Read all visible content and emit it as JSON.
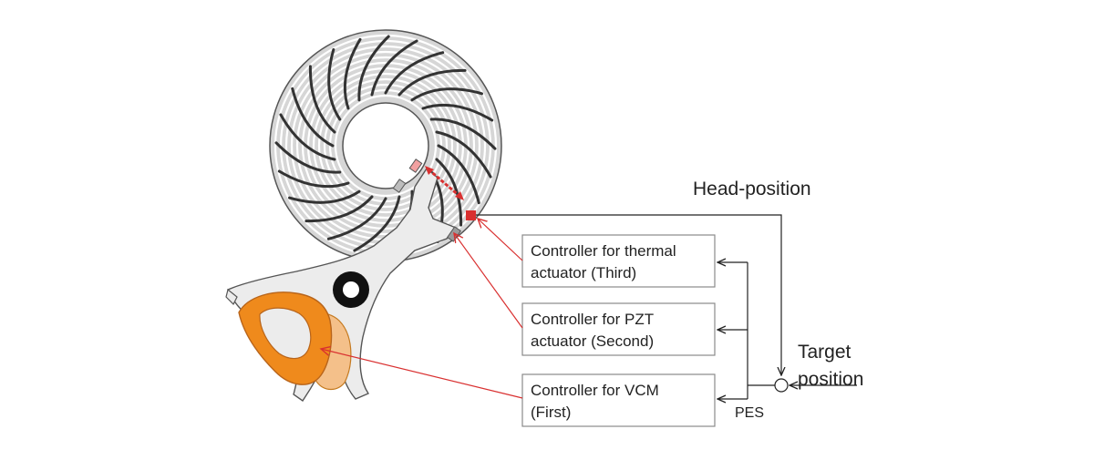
{
  "colors": {
    "platter_fill": "#d6d6d6",
    "platter_edge": "#555555",
    "groove": "#ffffff",
    "arm_fill": "#ececec",
    "arm_edge": "#555555",
    "coil_orange": "#ef8a1c",
    "coil_light": "#f4c08a",
    "red_lines": "#d93030",
    "black_lines": "#222222",
    "box_border": "#8a8a8a"
  },
  "labels": {
    "head_position": "Head-position",
    "target_line1": "Target",
    "target_line2": "position",
    "pes": "PES"
  },
  "controllers": [
    {
      "line1": "Controller for thermal",
      "line2": "actuator (Third)"
    },
    {
      "line1": "Controller for PZT",
      "line2": "actuator (Second)"
    },
    {
      "line1": "Controller for VCM",
      "line2": "(First)"
    }
  ],
  "icons": {
    "disk": "hard-disk-platter",
    "arm": "actuator-arm",
    "coil": "vcm-coil",
    "sum": "summing-junction"
  }
}
